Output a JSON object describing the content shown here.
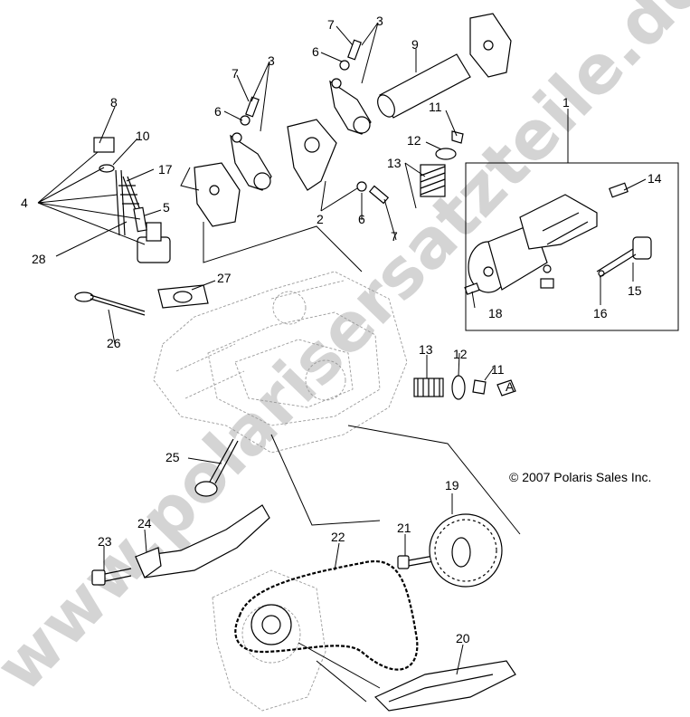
{
  "watermark": "www.polarisersatzteile.de",
  "copyright": "© 2007 Polaris Sales Inc.",
  "callouts": {
    "c1": "1",
    "c2": "2",
    "c3a": "3",
    "c3b": "3",
    "c4": "4",
    "c5": "5",
    "c6a": "6",
    "c6b": "6",
    "c6c": "6",
    "c7a": "7",
    "c7b": "7",
    "c7c": "7",
    "c8": "8",
    "c9": "9",
    "c10": "10",
    "c11a": "11",
    "c11b": "11",
    "c12a": "12",
    "c12b": "12",
    "c13a": "13",
    "c13b": "13",
    "c14": "14",
    "c15": "15",
    "c16": "16",
    "c17": "17",
    "c18": "18",
    "c19": "19",
    "c20": "20",
    "c21": "21",
    "c22": "22",
    "c23": "23",
    "c24": "24",
    "c25": "25",
    "c26": "26",
    "c27": "27",
    "c28": "28",
    "marker": "A"
  }
}
